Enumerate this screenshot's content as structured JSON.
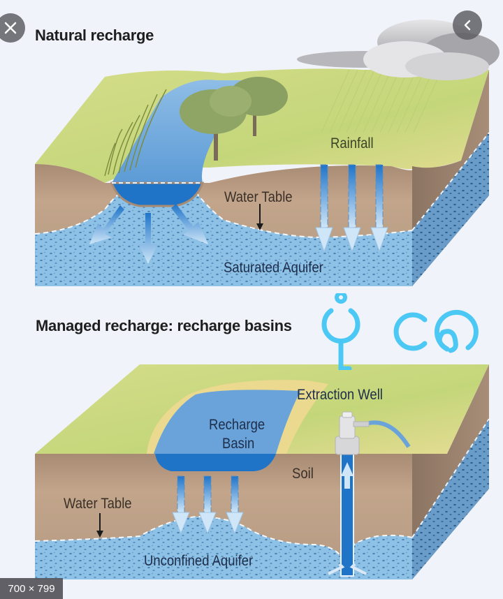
{
  "viewer": {
    "close_label": "Close",
    "back_label": "Previous",
    "image_size": "700 × 799"
  },
  "diagram": {
    "top": {
      "title": "Natural recharge",
      "labels": {
        "rainfall": "Rainfall",
        "water_table": "Water Table",
        "aquifer": "Saturated Aquifer"
      }
    },
    "bottom": {
      "title": "Managed recharge: recharge basins",
      "labels": {
        "extraction_well": "Extraction Well",
        "recharge_basin_line1": "Recharge",
        "recharge_basin_line2": "Basin",
        "soil": "Soil",
        "water_table": "Water Table",
        "aquifer": "Unconfined Aquifer"
      }
    },
    "overlay_text": "ပုံ ၁၀",
    "colors": {
      "grass": "#c9d97e",
      "sand": "#e9dc92",
      "soil": "#b89a80",
      "aquifer": "#8ec1e6",
      "water": "#1f74c8",
      "overlay": "#4cc8f4"
    }
  }
}
